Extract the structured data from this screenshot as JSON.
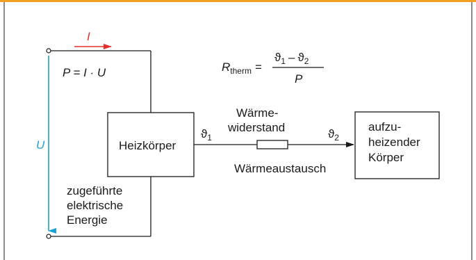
{
  "current": {
    "symbol": "I"
  },
  "power_formula": {
    "text": "P = I · U"
  },
  "voltage": {
    "symbol": "U"
  },
  "rtherm": {
    "R": "R",
    "sub": "therm",
    "eq": "=",
    "numerator": {
      "a": "ϑ",
      "a_sub": "1",
      "minus": "–",
      "b": "ϑ",
      "b_sub": "2"
    },
    "denominator": "P"
  },
  "heater": {
    "label": "Heizkörper"
  },
  "theta1": {
    "sym": "ϑ",
    "sub": "1"
  },
  "theta2": {
    "sym": "ϑ",
    "sub": "2"
  },
  "resistance_label": {
    "line1": "Wärme-",
    "line2": "widerstand"
  },
  "exchange_label": "Wärmeaustausch",
  "target_body": {
    "line1": "aufzu-",
    "line2": "heizender",
    "line3": "Körper"
  },
  "energy_label": {
    "line1": "zugeführte",
    "line2": "elektrische",
    "line3": "Energie"
  },
  "colors": {
    "frame": "#f0a020",
    "voltage": "#1ba1d6",
    "current": "#e3302f",
    "line": "#1a1a1a"
  }
}
